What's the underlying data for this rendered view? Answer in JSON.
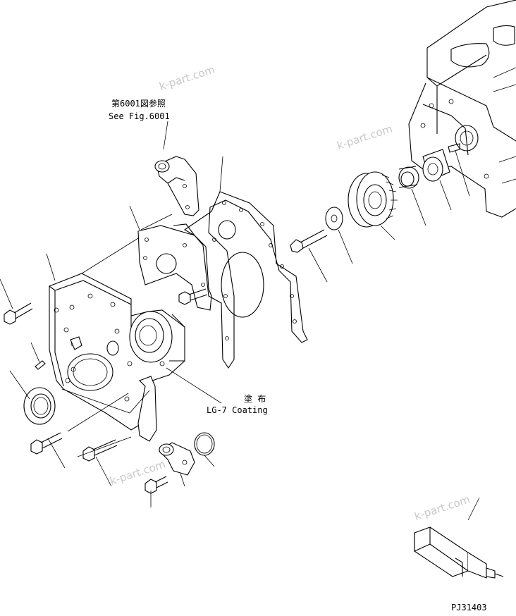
{
  "watermarks": [
    "k-part.com",
    "k-part.com",
    "k-part.com",
    "k-part.com"
  ],
  "labels": {
    "ref_jp": "第6001図参照",
    "ref_en": "See Fig.6001",
    "coating_jp": "塗 布",
    "coating_en": "LG-7 Coating"
  },
  "drawing_code": "PJ31403"
}
